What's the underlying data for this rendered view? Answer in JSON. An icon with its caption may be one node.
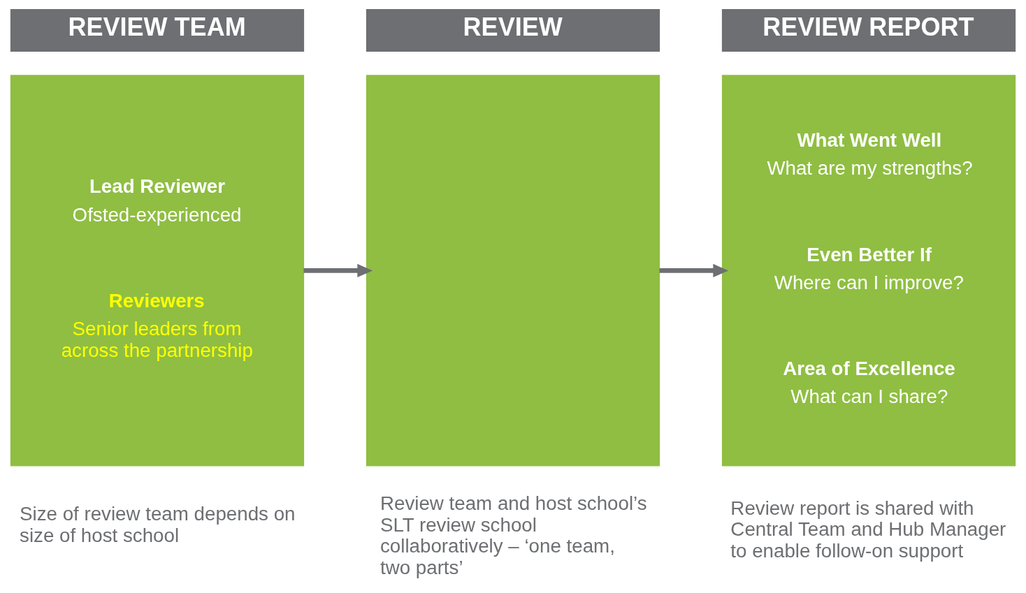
{
  "diagram": {
    "nodes": [
      {
        "text": [
          "REVIEW TEAM"
        ]
      },
      {
        "text": [
          "Lead Reviewer",
          "Ofsted-experienced",
          "Reviewers",
          "Senior leaders from across the partnership"
        ],
        "beside": [
          "Size of review team depends on size of host school"
        ]
      },
      {
        "text": [
          "REVIEW"
        ]
      },
      {
        "text": [],
        "shape": "box",
        "beside": [
          "Review team and host school’s SLT review school collaboratively – ‘one team, two parts’"
        ]
      },
      {
        "text": [
          "REVIEW REPORT"
        ]
      },
      {
        "text": [
          "What Went Well",
          "What are my strengths?",
          "Even Better If",
          "Where can I improve?",
          "Area of Excellence",
          "What can I share?"
        ],
        "beside": [
          "Review report is shared with Central Team and Hub Manager to enable follow-on support"
        ]
      }
    ],
    "edges": [
      {
        "from": 1,
        "to": 3,
        "arrow": "to"
      },
      {
        "from": 3,
        "to": 5,
        "arrow": "to"
      }
    ]
  }
}
